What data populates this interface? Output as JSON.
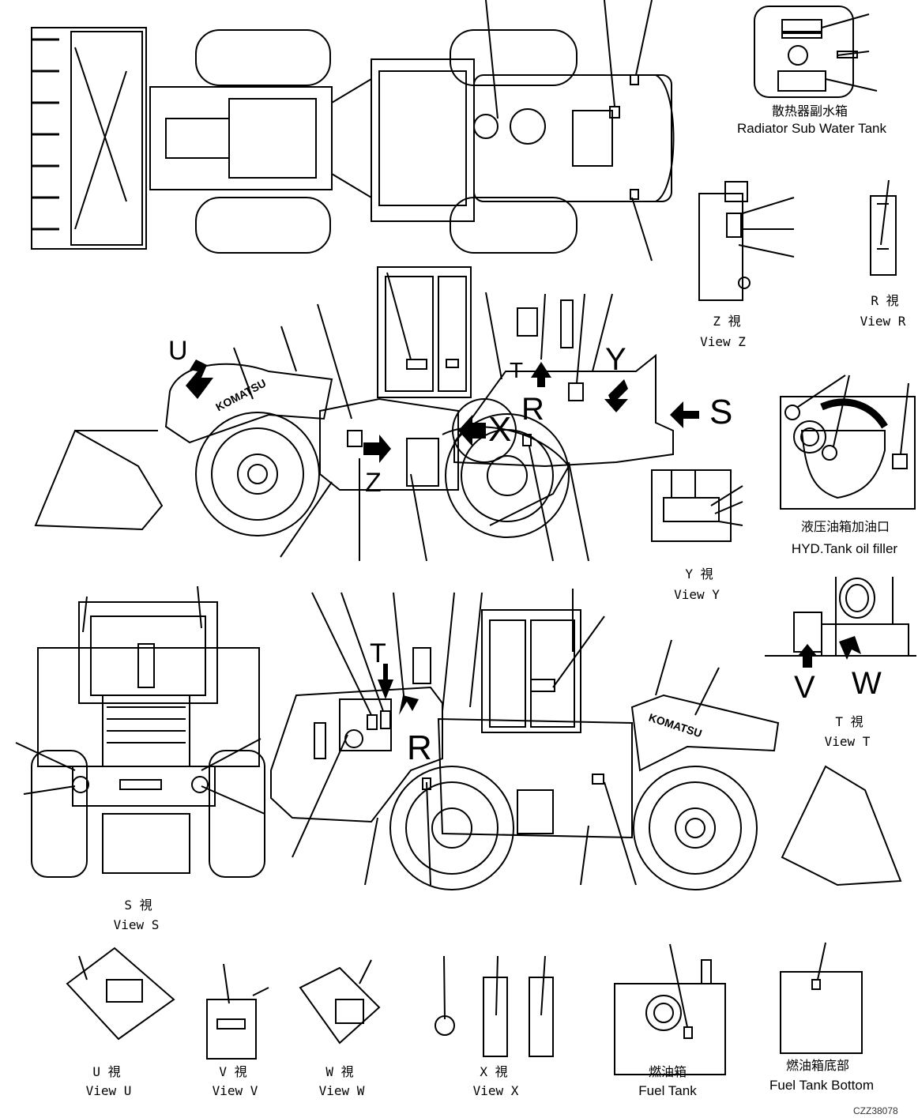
{
  "labels": {
    "radiator_cn": "散热器副水箱",
    "radiator_en": "Radiator Sub Water Tank",
    "view_z_cn": "Z  視",
    "view_z_en": "View Z",
    "view_r_cn": "R  視",
    "view_r_en": "View R",
    "hyd_cn": "液压油箱加油口",
    "hyd_en": "HYD.Tank oil filler",
    "view_y_cn": "Y  視",
    "view_y_en": "View Y",
    "view_t_cn": "T  視",
    "view_t_en": "View T",
    "view_s_cn": "S  視",
    "view_s_en": "View S",
    "view_u_cn": "U  視",
    "view_u_en": "View U",
    "view_v_cn": "V  視",
    "view_v_en": "View V",
    "view_w_cn": "W  視",
    "view_w_en": "View W",
    "view_x_cn": "X  視",
    "view_x_en": "View X",
    "fuel_cn": "燃油箱",
    "fuel_en": "Fuel Tank",
    "fuel_bottom_cn": "燃油箱底部",
    "fuel_bottom_en": "Fuel Tank Bottom"
  },
  "letters": {
    "u": "U",
    "z": "Z",
    "x": "X",
    "t": "T",
    "r": "R",
    "y": "Y",
    "s": "S",
    "v": "V",
    "w": "W"
  },
  "logo": "KOMATSU",
  "drawing_code": "CZZ38078"
}
